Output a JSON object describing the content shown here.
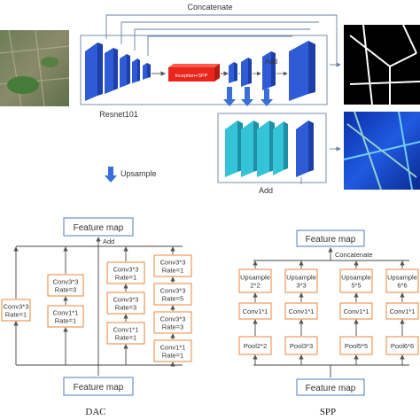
{
  "top": {
    "concatenate_label": "Concatenate",
    "encoder_label": "Resnet101",
    "center_block_label": "Inception+SPP",
    "add_label": "Add",
    "upsample_legend": "Upsample"
  },
  "dac": {
    "title": "DAC",
    "feature_map_top": "Feature map",
    "feature_map_bottom": "Feature map",
    "add_label": "Add",
    "col1": [
      "Conv3*3\nRate=1"
    ],
    "col2": [
      "Conv1*1\nRate=1",
      "Conv3*3\nRate=3"
    ],
    "col3": [
      "Conv1*1\nRate=1",
      "Conv3*3\nRate=3",
      "Conv3*3\nRate=1"
    ],
    "col4": [
      "Conv1*1\nRate=1",
      "Conv3*3\nRate=3",
      "Conv3*3\nRate=5",
      "Conv3*3\nRate=1"
    ]
  },
  "spp": {
    "title": "SPP",
    "feature_map_top": "Feature map",
    "feature_map_bottom": "Feature map",
    "concatenate_label": "Concatenate",
    "branches": [
      {
        "upsample": "Upsample\n2*2",
        "conv": "Conv1*1",
        "pool": "Pool2*2"
      },
      {
        "upsample": "Upsample\n3*3",
        "conv": "Conv1*1",
        "pool": "Pool3*3"
      },
      {
        "upsample": "Upsample\n5*5",
        "conv": "Conv1*1",
        "pool": "Pool5*5"
      },
      {
        "upsample": "Upsample\n6*6",
        "conv": "Conv1*1",
        "pool": "Pool6*6"
      }
    ]
  },
  "colors": {
    "encoder_blue": "#2f5bd6",
    "center_red": "#e8261b",
    "decoder_cyan": "#35c3d8",
    "arrow_blue": "#3a6fd8",
    "box_orange": "#e8843a",
    "feature_box_blue": "#6d8fc9",
    "line_gray": "#6b7fa6"
  }
}
